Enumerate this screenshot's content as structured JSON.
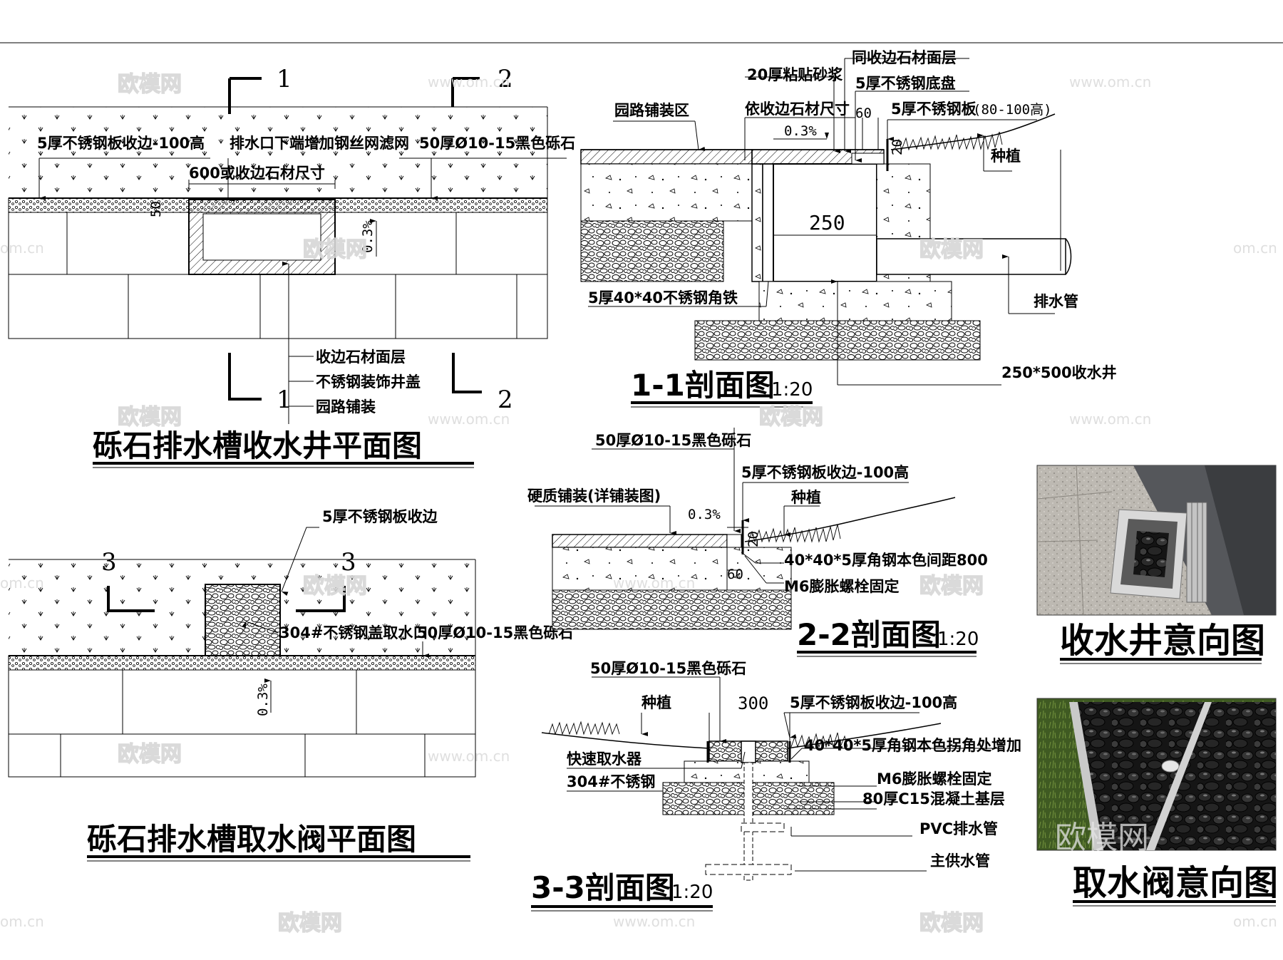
{
  "plan1": {
    "title": "砾石排水槽收水井平面图",
    "labels": {
      "steel_edge": "5厚不锈钢板收边-100高",
      "drain_mesh": "排水口下端增加钢丝网滤网",
      "gravel": "50厚Ø10-15黑色砾石",
      "dim_600": "600或收边石材尺寸",
      "slope": "0.3%",
      "dim_50": "50",
      "stack_1": "收边石材面层",
      "stack_2": "不锈钢装饰井盖",
      "stack_3": "园路铺装"
    },
    "section_marks": [
      "1",
      "2",
      "1",
      "2"
    ]
  },
  "plan2": {
    "title": "砾石排水槽取水阀平面图",
    "labels": {
      "steel_edge": "5厚不锈钢板收边",
      "cover": "304#不锈钢盖取水口",
      "gravel": "50厚Ø10-15黑色砾石",
      "slope": "0.3%"
    },
    "section_marks": [
      "3",
      "3"
    ]
  },
  "section11": {
    "title": "1-1剖面图",
    "scale": "1:20",
    "labels": {
      "same_stone": "同收边石材面层",
      "mortar": "20厚粘贴砂浆",
      "steel_base": "5厚不锈钢底盘",
      "paving_area": "园路铺装区",
      "by_stone": "依收边石材尺寸",
      "dim_60": "60",
      "steel_plate": "5厚不锈钢板",
      "plate_height": "(80-100高)",
      "slope": "0.3%",
      "dim_20": "20",
      "planting": "种植",
      "dim_250": "250",
      "angle": "5厚40*40不锈钢角铁",
      "pipe": "排水管",
      "well": "250*500收水井"
    }
  },
  "section22": {
    "title": "2-2剖面图",
    "scale": "1:20",
    "labels": {
      "gravel": "50厚Ø10-15黑色砾石",
      "steel_edge": "5厚不锈钢板收边-100高",
      "hard_paving": "硬质铺装(详铺装图)",
      "planting": "种植",
      "slope": "0.3%",
      "dim_20": "20",
      "angle": "40*40*5厚角钢本色间距800",
      "dim_60": "60",
      "bolt": "M6膨胀螺栓固定"
    }
  },
  "section33": {
    "title": "3-3剖面图",
    "scale": "1:20",
    "labels": {
      "gravel": "50厚Ø10-15黑色砾石",
      "planting": "种植",
      "dim_300": "300",
      "steel_edge": "5厚不锈钢板收边-100高",
      "angle": "40*40*5厚角钢本色拐角处增加",
      "valve": "快速取水器",
      "steel304": "304#不锈钢",
      "bolt": "M6膨胀螺栓固定",
      "concrete": "80厚C15混凝土基层",
      "pvc": "PVC排水管",
      "supply": "主供水管"
    }
  },
  "photos": {
    "well_title": "收水井意向图",
    "valve_title": "取水阀意向图",
    "photo_watermark": "欧模网"
  },
  "watermarks": {
    "brand": "欧模网",
    "url": "www.om.cn",
    "url_short": "om.cn"
  }
}
